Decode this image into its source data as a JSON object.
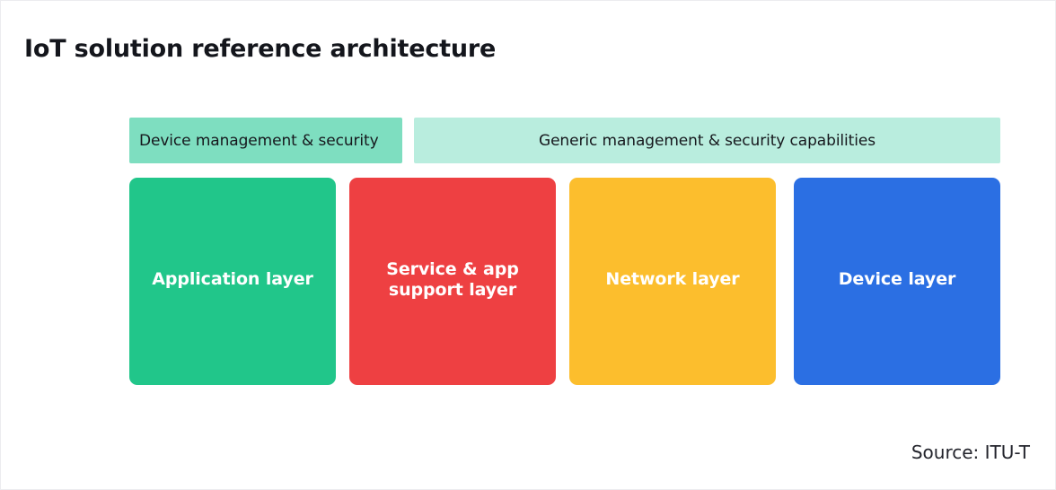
{
  "page": {
    "title": "IoT solution reference architecture",
    "background": "#ffffff"
  },
  "management_banners": [
    {
      "label": "Device management & security",
      "color": "#7edec0",
      "align": "left"
    },
    {
      "label": "Generic management & security capabilities",
      "color": "#b9edde",
      "align": "center"
    }
  ],
  "layers": [
    {
      "label": "Application layer",
      "color": "#21c68a",
      "text_color": "#ffffff"
    },
    {
      "label": "Service & app\nsupport layer",
      "color": "#ee4042",
      "text_color": "#ffffff"
    },
    {
      "label": "Network layer",
      "color": "#fcbe2d",
      "text_color": "#ffffff"
    },
    {
      "label": "Device layer",
      "color": "#2b6fe3",
      "text_color": "#ffffff"
    }
  ],
  "footer": {
    "source": "Source: ITU-T"
  }
}
